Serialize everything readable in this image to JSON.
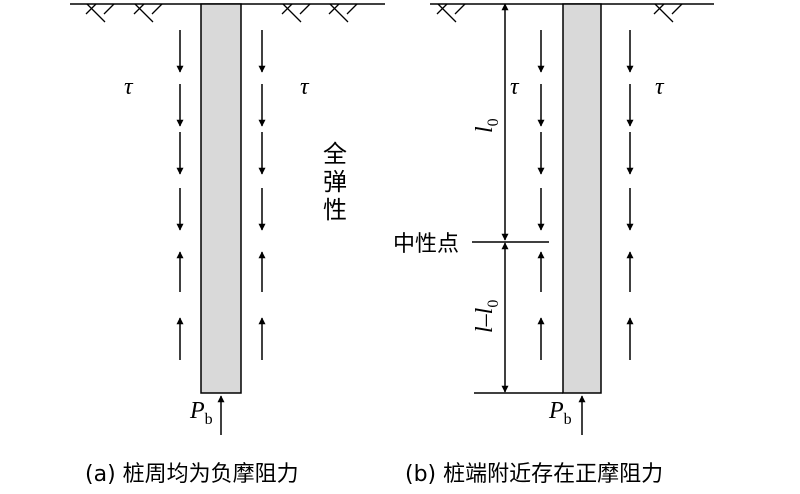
{
  "diagram_a": {
    "tau_left": "τ",
    "tau_right": "τ",
    "side_label": [
      "全",
      "弹",
      "性"
    ],
    "pb_main": "P",
    "pb_sub": "b",
    "caption": "(a) 桩周均为负摩阻力"
  },
  "diagram_b": {
    "tau_left": "τ",
    "tau_right": "τ",
    "l0_main": "l",
    "l0_sub": "0",
    "l_minus_l0_main": "l",
    "l_minus_l0_dash": "–",
    "l_minus_l0_l": "l",
    "l_minus_l0_sub": "0",
    "neutral_point": "中性点",
    "pb_main": "P",
    "pb_sub": "b",
    "caption": "(b) 桩端附近存在正摩阻力"
  },
  "colors": {
    "line": "#000000",
    "pile_fill": "#d9d9d9",
    "background": "#ffffff"
  }
}
